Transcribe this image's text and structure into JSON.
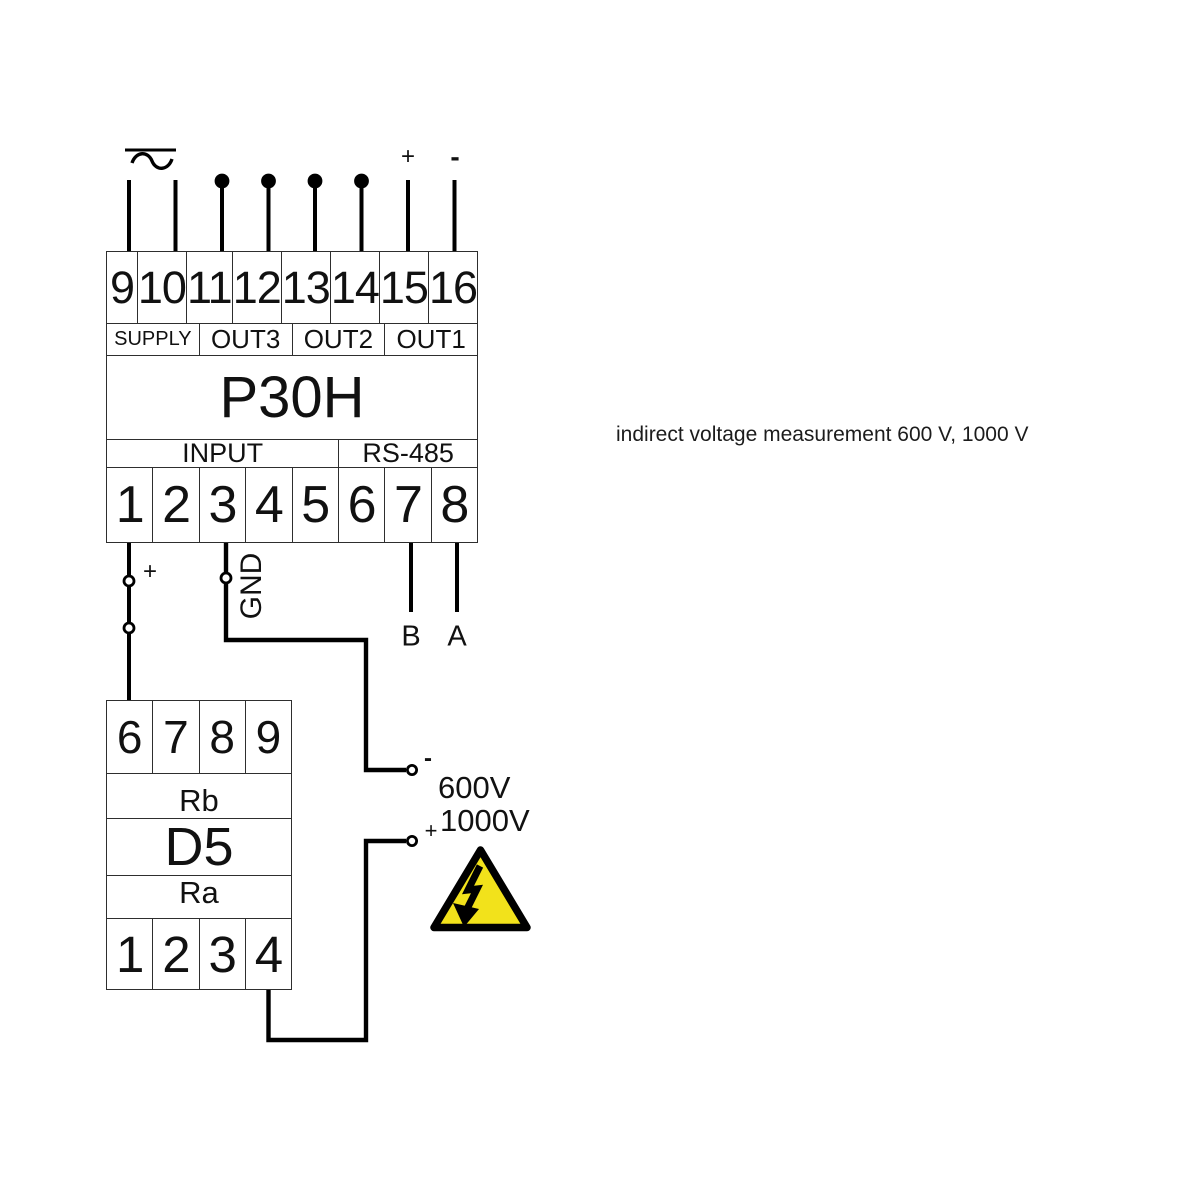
{
  "annotation": "indirect voltage measurement 600 V, 1000 V",
  "p30h": {
    "name": "P30H",
    "top_terminals": [
      "9",
      "10",
      "11",
      "12",
      "13",
      "14",
      "15",
      "16"
    ],
    "groups": [
      "SUPPLY",
      "OUT3",
      "OUT2",
      "OUT1"
    ],
    "sections": [
      "INPUT",
      "RS-485"
    ],
    "bottom_terminals": [
      "1",
      "2",
      "3",
      "4",
      "5",
      "6",
      "7",
      "8"
    ]
  },
  "d5": {
    "name": "D5",
    "top_terminals": [
      "6",
      "7",
      "8",
      "9"
    ],
    "top_resistor_label": "Rb",
    "bottom_resistor_label": "Ra",
    "bottom_terminals": [
      "1",
      "2",
      "3",
      "4"
    ]
  },
  "labels": {
    "out1_plus": "+",
    "out1_minus": "-",
    "input_plus": "+",
    "gnd": "GND",
    "rs485_b": "B",
    "rs485_a": "A",
    "meas_minus": "-",
    "meas_plus": "+",
    "voltage_600": "600V",
    "voltage_1000": "1000V"
  },
  "colors": {
    "wire": "#000000",
    "block_border": "#2e2e2e",
    "warning_yellow": "#f2e21b"
  }
}
